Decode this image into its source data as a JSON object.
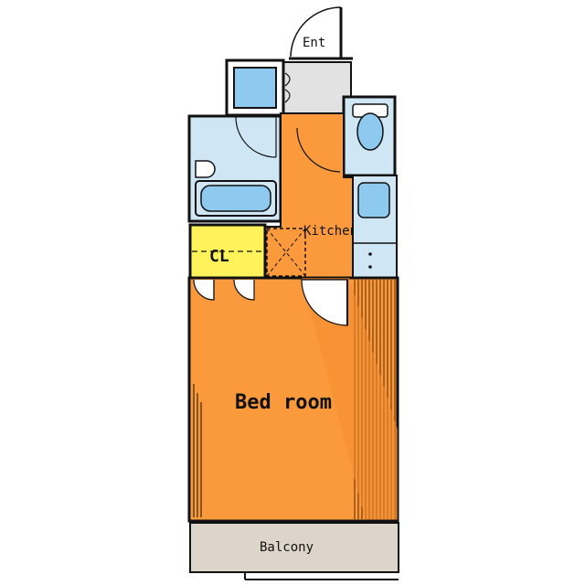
{
  "labels": {
    "entrance": "Ent",
    "kitchen": "Kitchen",
    "closet": "CL",
    "bedroom": "Bed room",
    "balcony": "Balcony"
  },
  "colors": {
    "bedroom_floor": "#FA9A3C",
    "kitchen_floor": "#FA9A3C",
    "bath": "#CFE6F5",
    "fixture": "#8EC9F0",
    "closet": "#FFF25A",
    "entrance_floor": "#E2E2E2",
    "balcony": "#DDD4CA",
    "wall": "#111111"
  }
}
